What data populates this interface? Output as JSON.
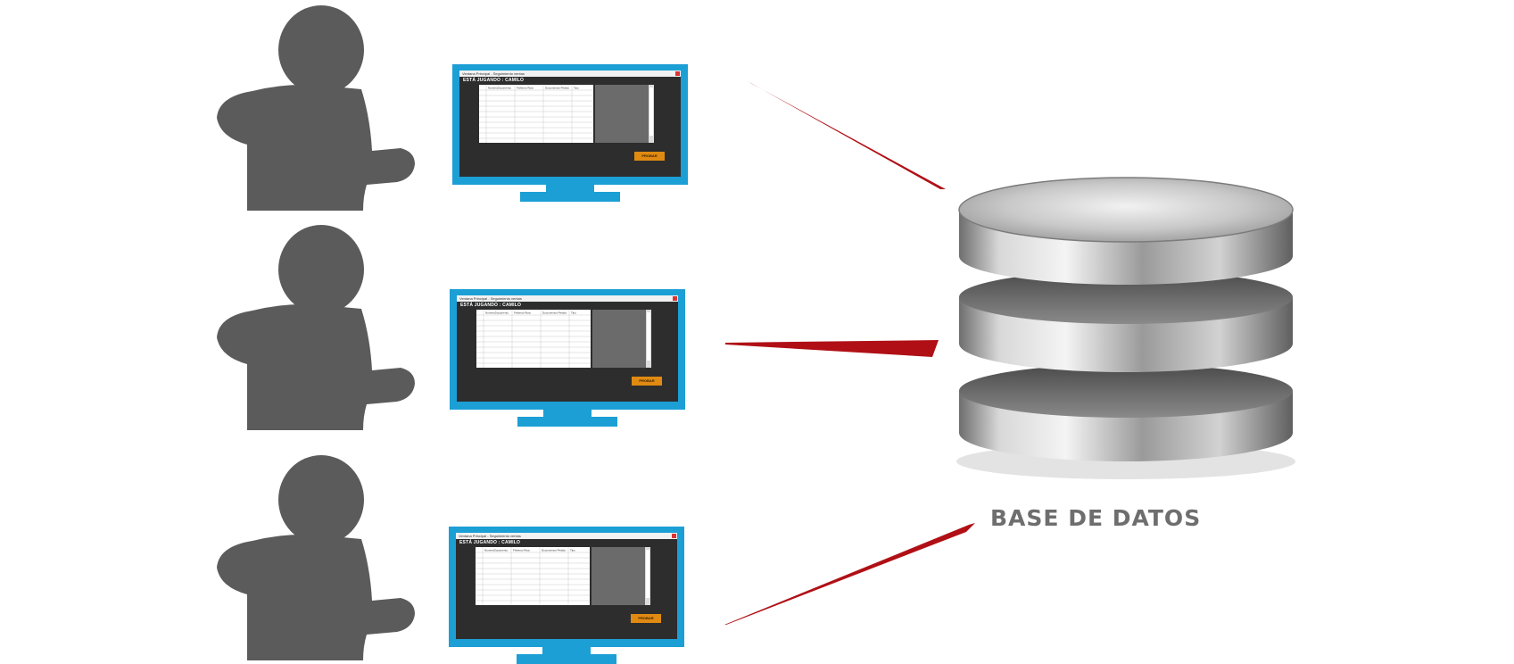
{
  "colors": {
    "person": "#5b5b5b",
    "monitor": "#1c9fd5",
    "connector": "#b01015",
    "label": "#6e6e6e"
  },
  "icons": {
    "person": "person-silhouette-icon",
    "monitor": "computer-monitor-icon",
    "database": "database-cylinder-icon"
  },
  "stations": [
    {
      "window_title": "Ventana Principal - Seguimiento ventas",
      "heading": "ESTÁ JUGANDO : CAMILO",
      "button_label": "PROBAR",
      "columns": [
        "NumeroDocumento",
        "Fisheros Ruta",
        "Documentos Pedido",
        "Tipo"
      ]
    },
    {
      "window_title": "Ventana Principal - Seguimiento ventas",
      "heading": "ESTÁ JUGANDO : CAMILO",
      "button_label": "PROBAR",
      "columns": [
        "NumeroDocumento",
        "Fisheros Ruta",
        "Documentos Pedido",
        "Tipo"
      ]
    },
    {
      "window_title": "Ventana Principal - Seguimiento ventas",
      "heading": "ESTÁ JUGANDO : CAMILO",
      "button_label": "PROBAR",
      "columns": [
        "NumeroDocumento",
        "Fisheros Ruta",
        "Documentos Pedido",
        "Tipo"
      ]
    }
  ],
  "database": {
    "label": "BASE DE DATOS"
  }
}
